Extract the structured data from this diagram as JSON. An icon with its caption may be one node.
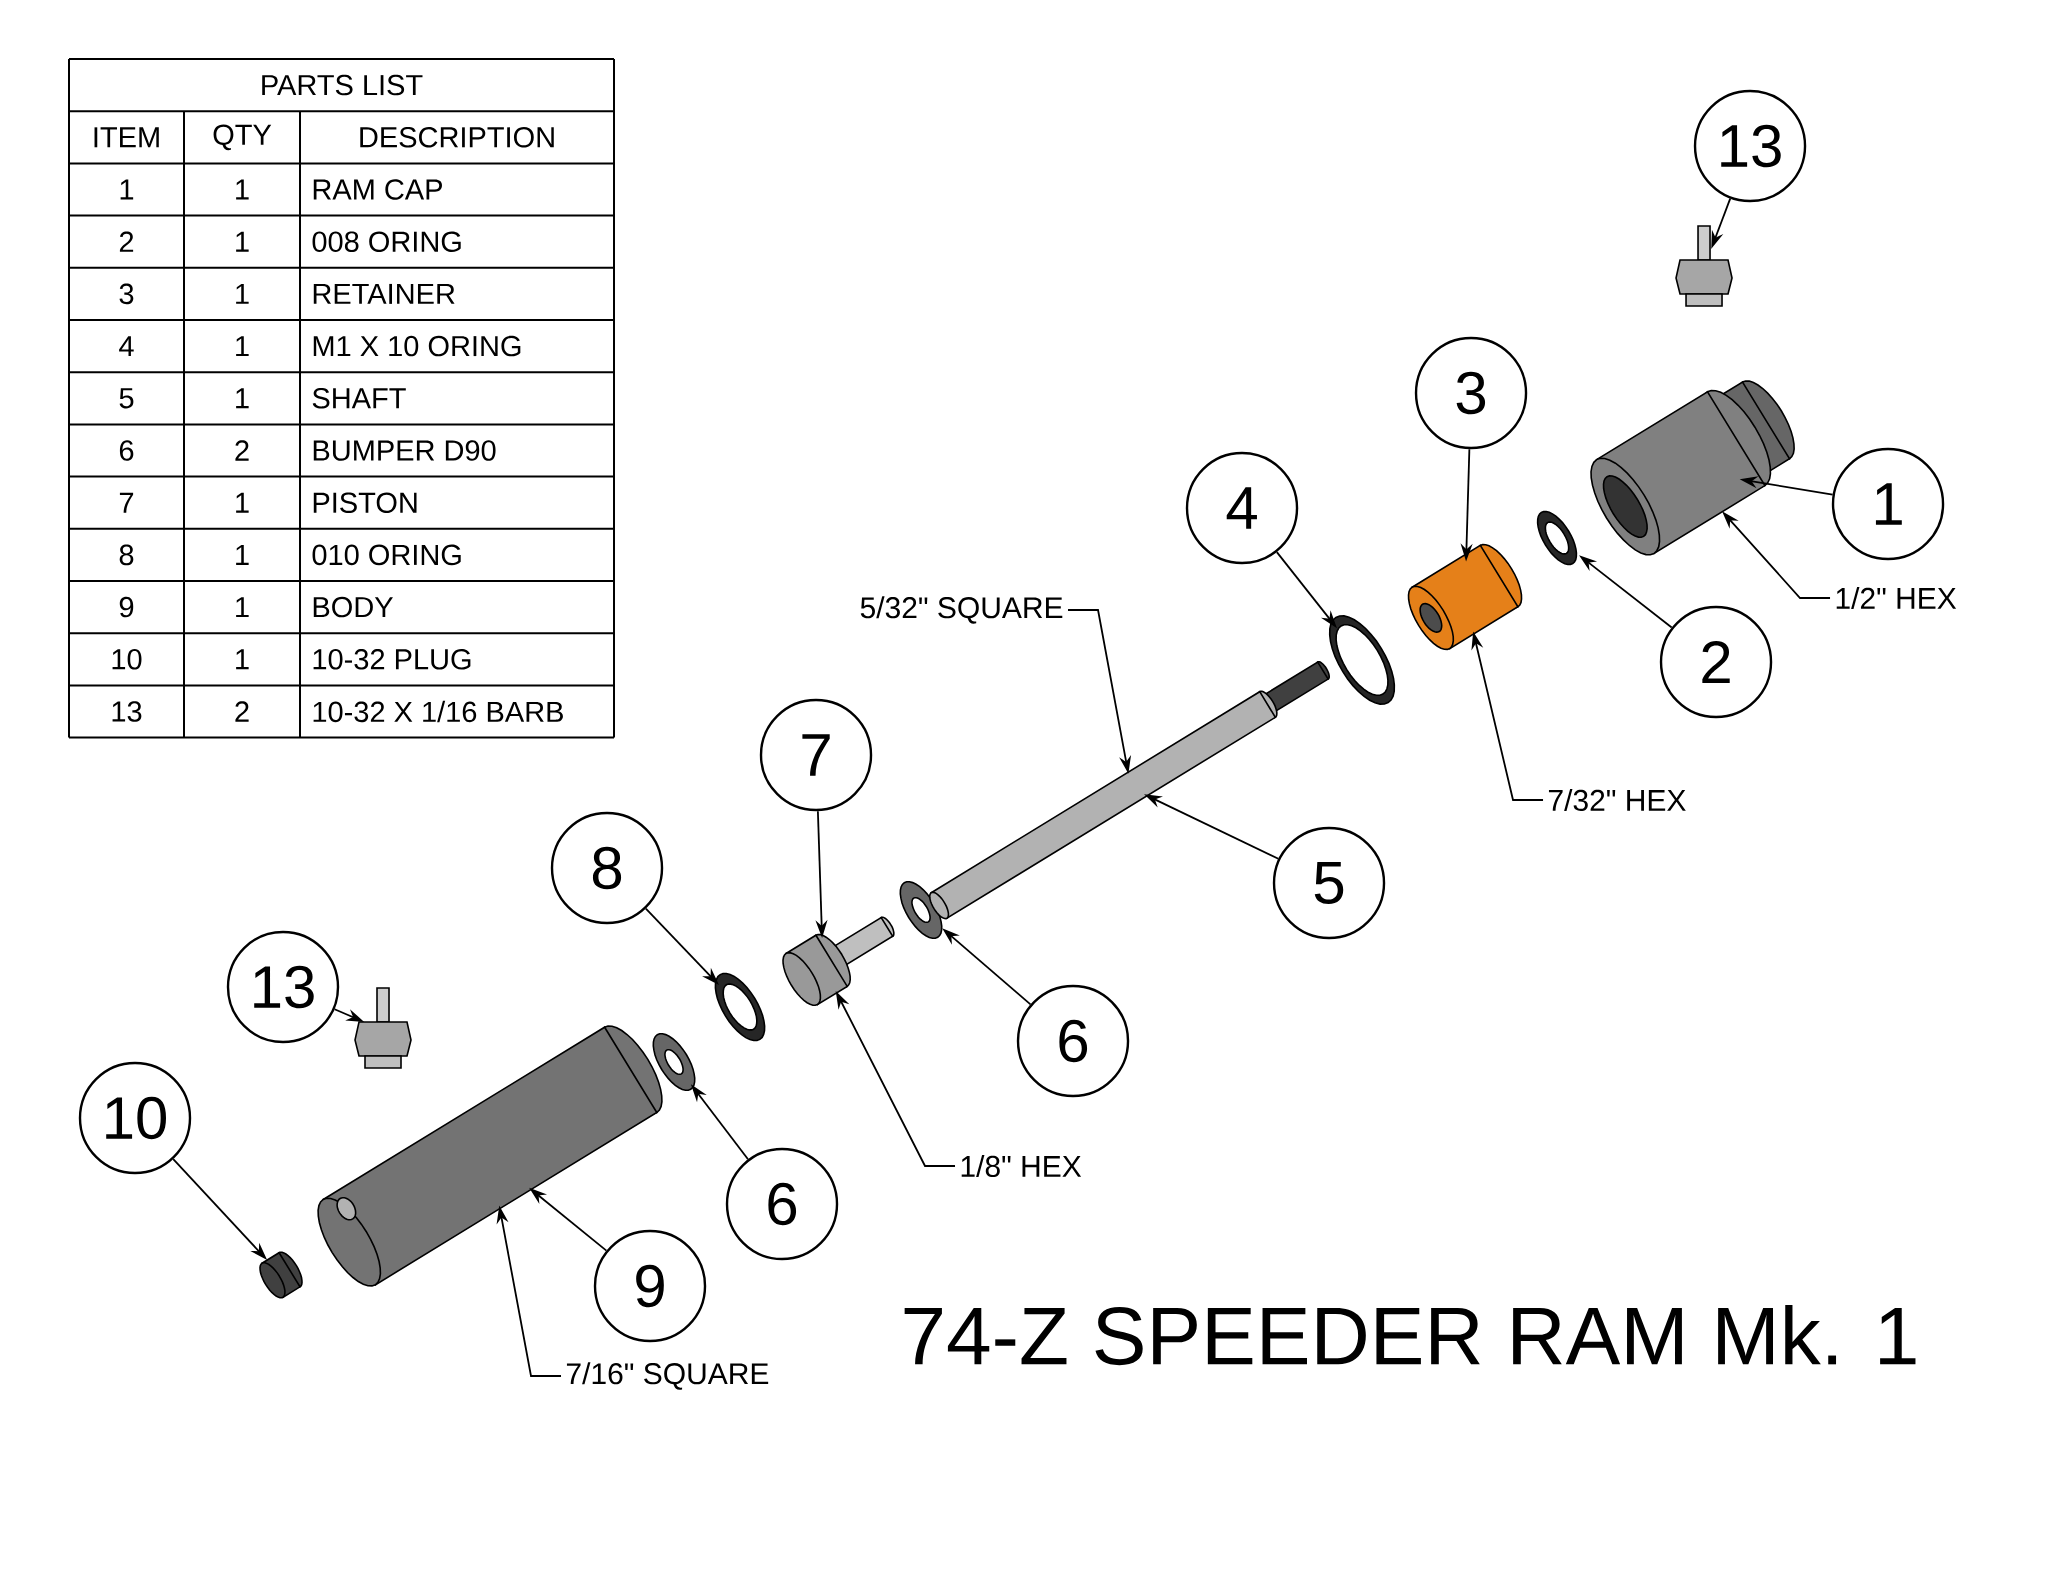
{
  "diagram": {
    "title": "74-Z SPEEDER RAM Mk. 1",
    "nodes": [
      {
        "text": [
          "13"
        ]
      },
      {
        "text": [
          "3"
        ]
      },
      {
        "text": [
          "1"
        ]
      },
      {
        "text": [
          "4"
        ]
      },
      {
        "text": [
          "2"
        ]
      },
      {
        "text": [
          "7"
        ]
      },
      {
        "text": [
          "8"
        ]
      },
      {
        "text": [
          "5"
        ]
      },
      {
        "text": [
          "13"
        ]
      },
      {
        "text": [
          "6"
        ]
      },
      {
        "text": [
          "10"
        ]
      },
      {
        "text": [
          "6"
        ]
      },
      {
        "text": [
          "9"
        ]
      },
      {
        "text": [
          "1/2\" HEX"
        ]
      },
      {
        "text": [
          "5/32\" SQUARE"
        ]
      },
      {
        "text": [
          "7/32\" HEX"
        ]
      },
      {
        "text": [
          "1/8\" HEX"
        ]
      },
      {
        "text": [
          "7/16\" SQUARE"
        ]
      },
      {
        "text": [],
        "shape": "picture"
      },
      {
        "text": [],
        "shape": "picture"
      },
      {
        "text": [],
        "shape": "picture"
      },
      {
        "text": [],
        "shape": "picture"
      },
      {
        "text": [],
        "shape": "picture"
      },
      {
        "text": [],
        "shape": "picture"
      },
      {
        "text": [],
        "shape": "picture"
      },
      {
        "text": [],
        "shape": "picture"
      },
      {
        "text": [],
        "shape": "picture"
      },
      {
        "text": [],
        "shape": "picture"
      },
      {
        "text": [],
        "shape": "picture"
      },
      {
        "text": [],
        "shape": "picture"
      },
      {
        "text": [],
        "shape": "picture"
      }
    ],
    "edges": [
      {
        "from": 0,
        "to": 30,
        "arrow": "to"
      },
      {
        "from": 1,
        "to": 27,
        "arrow": "to"
      },
      {
        "from": 2,
        "to": 29,
        "arrow": "to"
      },
      {
        "from": 3,
        "to": 26,
        "arrow": "to"
      },
      {
        "from": 4,
        "to": 28,
        "arrow": "to"
      },
      {
        "from": 5,
        "to": 23,
        "arrow": "to"
      },
      {
        "from": 6,
        "to": 22,
        "arrow": "to"
      },
      {
        "from": 7,
        "to": 25,
        "arrow": "to"
      },
      {
        "from": 8,
        "to": 19,
        "arrow": "to"
      },
      {
        "from": 9,
        "to": 24,
        "arrow": "to"
      },
      {
        "from": 10,
        "to": 18,
        "arrow": "to"
      },
      {
        "from": 11,
        "to": 21,
        "arrow": "to"
      },
      {
        "from": 12,
        "to": 20,
        "arrow": "to"
      },
      {
        "from": 13,
        "to": 29,
        "arrow": "to"
      },
      {
        "from": 14,
        "to": 25,
        "arrow": "to"
      },
      {
        "from": 15,
        "to": 27,
        "arrow": "to"
      },
      {
        "from": 16,
        "to": 23,
        "arrow": "to"
      },
      {
        "from": 17,
        "to": 20,
        "arrow": "to"
      }
    ],
    "labels": [
      "PARTS LIST",
      "ITEM",
      "QTY",
      "DESCRIPTION",
      "1",
      "1",
      "RAM CAP",
      "2",
      "1",
      "008 ORING",
      "3",
      "1",
      "RETAINER",
      "4",
      "1",
      "M1 X 10 ORING",
      "5",
      "1",
      "SHAFT",
      "6",
      "2",
      "BUMPER D90",
      "7",
      "1",
      "PISTON",
      "8",
      "1",
      "010 ORING",
      "9",
      "1",
      "BODY",
      "10",
      "1",
      "10-32 PLUG",
      "13",
      "2",
      "10-32 X 1/16 BARB"
    ]
  }
}
